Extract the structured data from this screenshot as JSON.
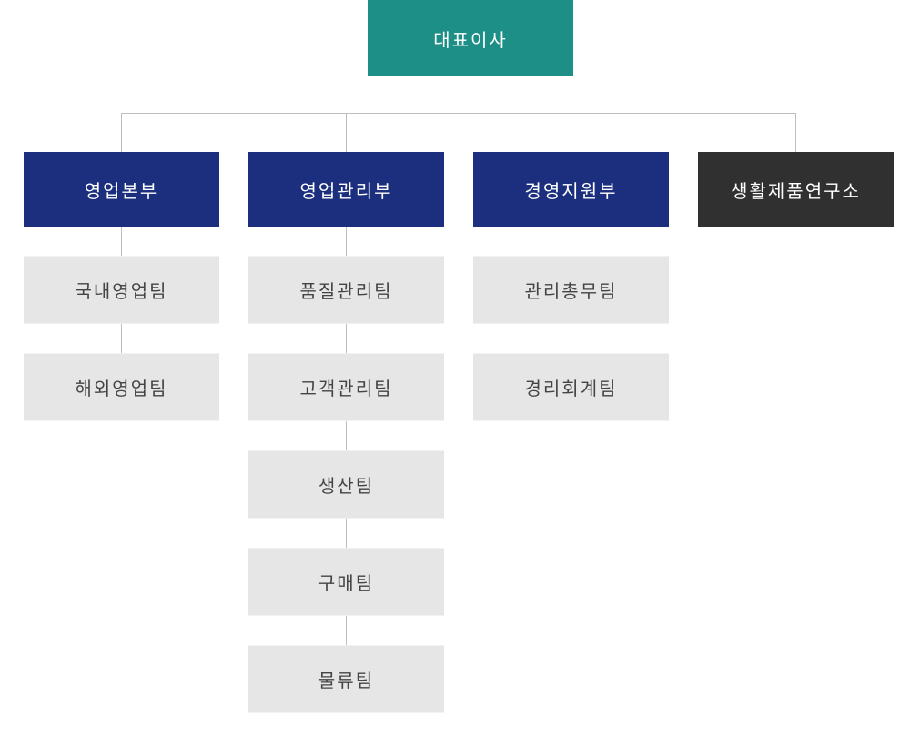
{
  "ceo": "대표이사",
  "departments": [
    {
      "label": "영업본부",
      "teams": [
        "국내영업팀",
        "해외영업팀"
      ]
    },
    {
      "label": "영업관리부",
      "teams": [
        "품질관리팀",
        "고객관리팀",
        "생산팀",
        "구매팀",
        "물류팀"
      ]
    },
    {
      "label": "경영지원부",
      "teams": [
        "관리총무팀",
        "경리회계팀"
      ]
    },
    {
      "label": "생활제품연구소",
      "teams": []
    }
  ],
  "colors": {
    "ceo_bg": "#1e8f86",
    "dept_bg": "#1b2f7e",
    "lab_bg": "#2f302f",
    "team_bg": "#e6e6e6",
    "connector": "#bdbdbd"
  }
}
